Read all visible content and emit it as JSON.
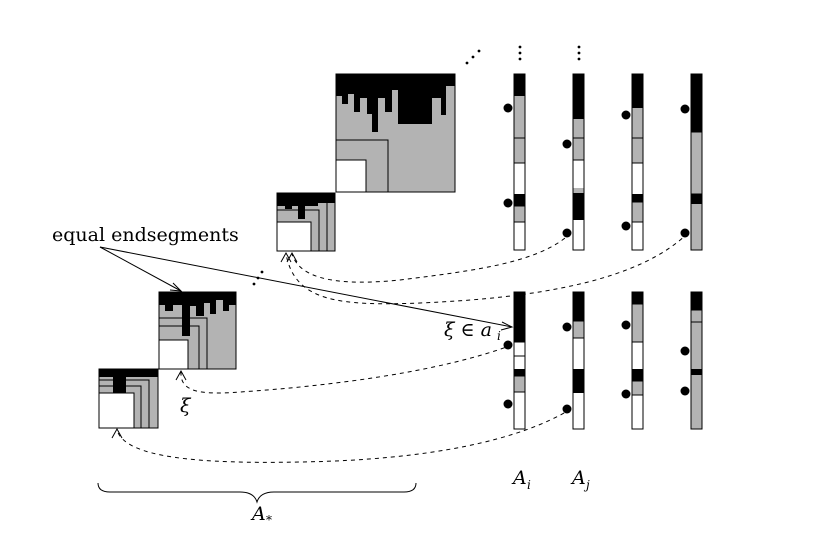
{
  "labels": {
    "equal_endsegments": "equal endsegments",
    "xi_in_ai": "ξ ∈ a",
    "xi_in_ai_sub": "i",
    "xi": "ξ",
    "A_star": "A",
    "A_star_sub": "*",
    "A_i": "A",
    "A_i_sub": "i",
    "A_j": "A",
    "A_j_sub": "j"
  },
  "colors": {
    "black": "#000000",
    "gray": "#b3b3b3",
    "white": "#ffffff"
  }
}
